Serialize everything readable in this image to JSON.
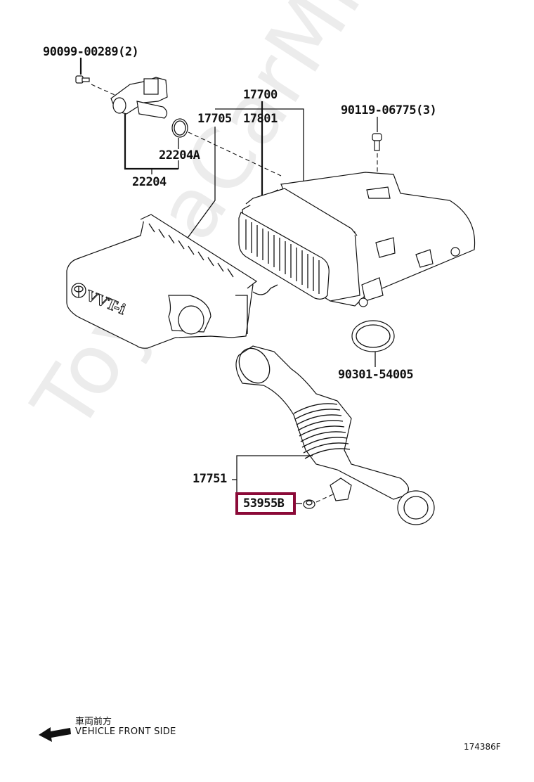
{
  "diagram": {
    "watermark": "ToyotaCarMine.ru",
    "diagram_code": "174386F",
    "orientation": {
      "label_jp": "車両前方",
      "label_en": "VEHICLE FRONT SIDE",
      "arrow_icon": "arrow-left-icon"
    },
    "highlight_color": "#8b0a38",
    "parts": [
      {
        "id": "p1",
        "number": "90099-00289(2)",
        "description": "bolt, qty 2"
      },
      {
        "id": "p2",
        "number": "22204A",
        "description": "O-ring"
      },
      {
        "id": "p3",
        "number": "22204",
        "description": "mass air flow meter"
      },
      {
        "id": "p4",
        "number": "17700",
        "description": "air cleaner assembly"
      },
      {
        "id": "p5",
        "number": "17705",
        "description": "air cleaner cap"
      },
      {
        "id": "p6",
        "number": "17801",
        "description": "air cleaner element"
      },
      {
        "id": "p7",
        "number": "90119-06775(3)",
        "description": "bolt, qty 3"
      },
      {
        "id": "p8",
        "number": "90301-54005",
        "description": "O-ring"
      },
      {
        "id": "p9",
        "number": "17751",
        "description": "intake air connector"
      },
      {
        "id": "p10",
        "number": "53955B",
        "description": "grommet",
        "highlighted": true
      }
    ],
    "cap_logo_text": "VVT-i"
  }
}
